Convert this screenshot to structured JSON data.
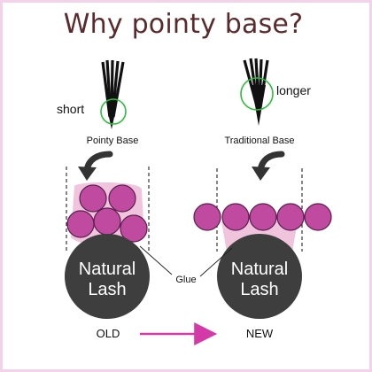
{
  "title": "Why pointy base?",
  "labels": {
    "short": "short",
    "longer": "longer",
    "pointy_base": "Pointy Base",
    "traditional_base": "Traditional Base",
    "glue": "Glue",
    "natural_lash_line1": "Natural",
    "natural_lash_line2": "Lash",
    "old": "OLD",
    "new": "NEW"
  },
  "colors": {
    "frame_border": "#f3d3ec",
    "title": "#5a2a2c",
    "bead_fill": "#c14aa1",
    "bead_stroke": "#5a1f4e",
    "glue": "#f0c4dd",
    "natural_lash": "#3e3e3e",
    "highlight_circle": "#2bbf3a",
    "arrow": "#d33aa8"
  }
}
